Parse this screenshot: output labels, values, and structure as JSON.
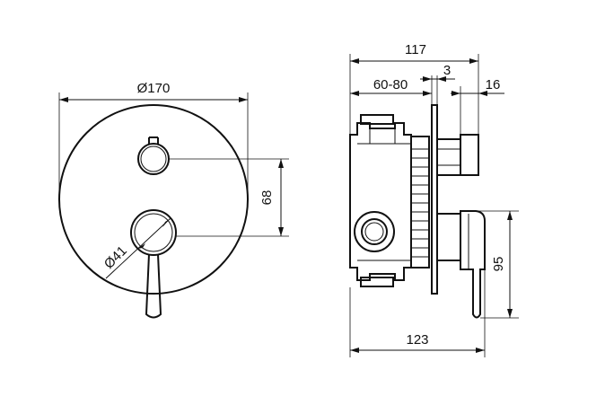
{
  "front_view": {
    "plate_diameter": "Ø170",
    "knob_spacing": "68",
    "lever_diameter": "Ø41"
  },
  "side_view": {
    "total_depth": "117",
    "wall_depth": "60-80",
    "plate_thickness": "3",
    "knob_projection": "16",
    "lever_height": "95",
    "lever_depth": "123"
  }
}
